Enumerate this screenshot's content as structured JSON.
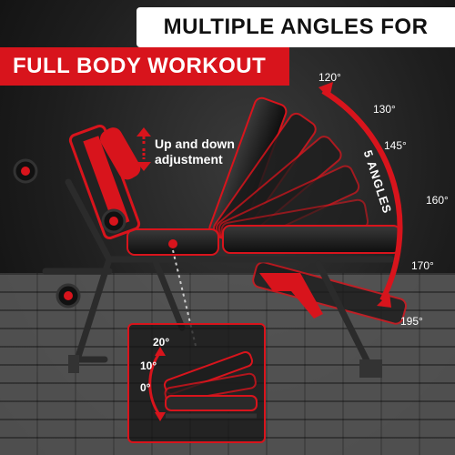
{
  "headline": {
    "line1": "MULTIPLE ANGLES FOR",
    "line2": "FULL BODY WORKOUT"
  },
  "adjustment": {
    "line1": "Up and down",
    "line2": "adjustment"
  },
  "angles": {
    "caption": "5 ANGLES",
    "back_angles": [
      "120°",
      "130°",
      "145°",
      "160°",
      "170°",
      "195°"
    ],
    "seat_angles": [
      "20°",
      "10°",
      "0°"
    ]
  },
  "colors": {
    "accent": "#d8141c",
    "banner_bg": "#ffffff",
    "pad": "#1a1a1a"
  },
  "icons": [
    "arrow-up-down-icon",
    "curved-arrow-icon"
  ]
}
